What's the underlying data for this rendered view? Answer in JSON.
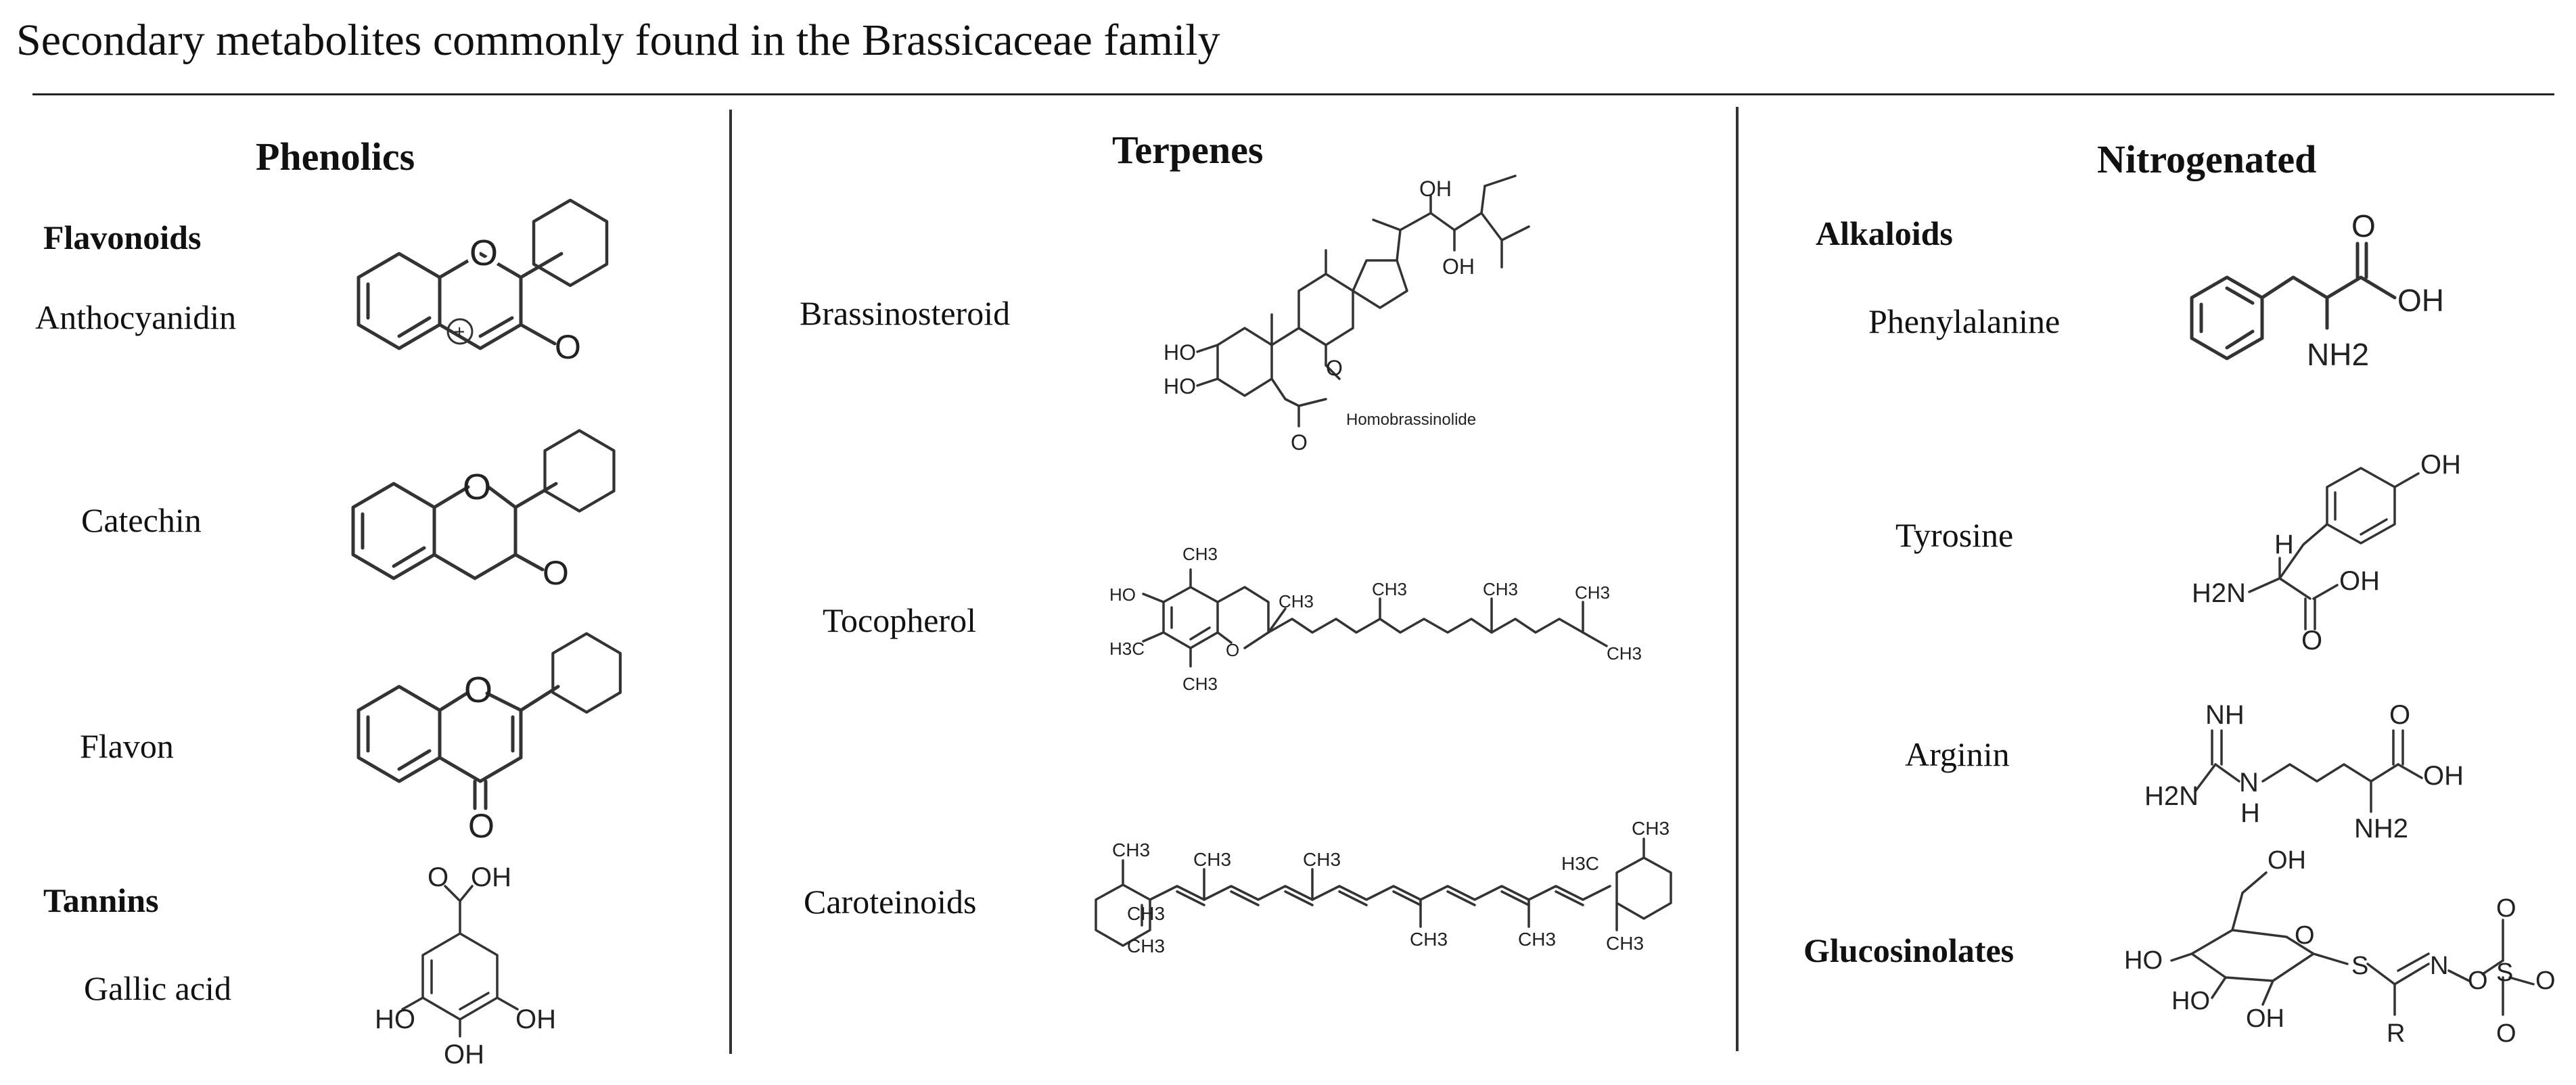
{
  "figure": {
    "title": "Secondary metabolites commonly found in the Brassicaceae family"
  },
  "columns": {
    "phenolics": {
      "heading": "Phenolics",
      "flavonoids_label": "Flavonoids",
      "anthocyanidin": "Anthocyanidin",
      "catechin": "Catechin",
      "flavon": "Flavon",
      "tannins_label": "Tannins",
      "gallic_acid": "Gallic acid"
    },
    "terpenes": {
      "heading": "Terpenes",
      "brassinosteroid": "Brassinosteroid",
      "tocopherol": "Tocopherol",
      "caroteinoids": "Caroteinoids"
    },
    "nitrogenated": {
      "heading": "Nitrogenated",
      "alkaloids_label": "Alkaloids",
      "phenylalanine": "Phenylalanine",
      "tyrosine": "Tyrosine",
      "arginin": "Arginin",
      "glucosinolates_label": "Glucosinolates"
    }
  },
  "structure_labels": {
    "homobrassinolide": "Homobrassinolide",
    "oh": "OH",
    "ho": "HO",
    "o": "O",
    "nh2": "NH2",
    "h2n": "H2N",
    "nh": "NH",
    "n": "N",
    "h": "H",
    "s": "S",
    "r": "R",
    "ch3": "CH3",
    "h3c": "H3C",
    "plus": "+"
  }
}
